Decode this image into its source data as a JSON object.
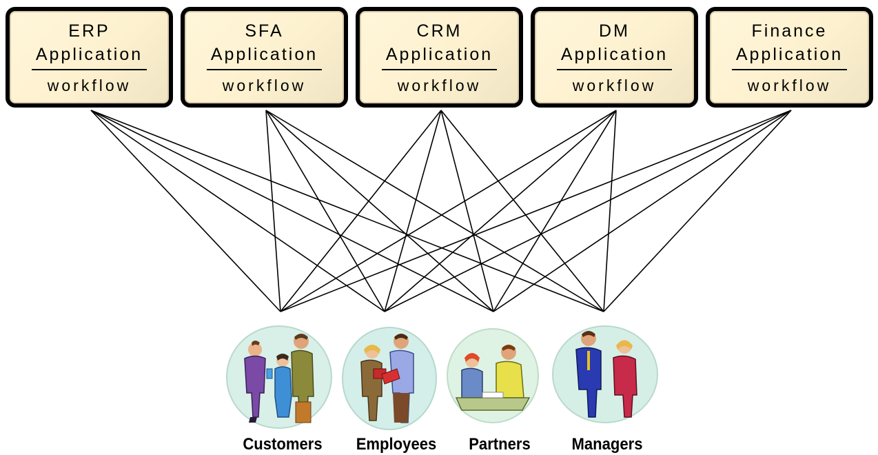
{
  "applications": [
    {
      "name": "ERP",
      "type": "Application",
      "flow": "workflow"
    },
    {
      "name": "SFA",
      "type": "Application",
      "flow": "workflow"
    },
    {
      "name": "CRM",
      "type": "Application",
      "flow": "workflow"
    },
    {
      "name": "DM",
      "type": "Application",
      "flow": "workflow"
    },
    {
      "name": "Finance",
      "type": "Application",
      "flow": "workflow"
    }
  ],
  "roles": [
    {
      "label": "Customers",
      "icon": "customers-people-icon"
    },
    {
      "label": "Employees",
      "icon": "employees-people-icon"
    },
    {
      "label": "Partners",
      "icon": "partners-people-icon"
    },
    {
      "label": "Managers",
      "icon": "managers-people-icon"
    }
  ],
  "colors": {
    "box_border": "#000000",
    "box_fill": "#fdf1cf",
    "line": "#000000"
  }
}
